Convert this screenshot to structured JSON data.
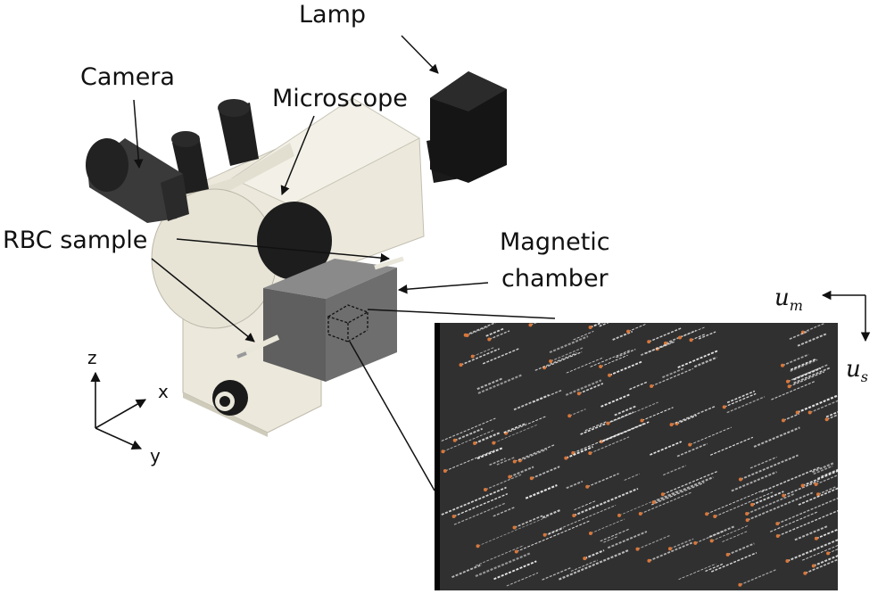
{
  "labels": {
    "lamp": "Lamp",
    "camera": "Camera",
    "microscope": "Microscope",
    "rbc_sample": "RBC sample",
    "magnetic_chamber_line1": "Magnetic",
    "magnetic_chamber_line2": "chamber"
  },
  "axes": {
    "z": "z",
    "x": "x",
    "y": "y"
  },
  "velocity_labels": {
    "um_symbol": "u",
    "um_sub": "m",
    "us_symbol": "u",
    "us_sub": "s"
  },
  "colors": {
    "housing": "#ece9dc",
    "housing_shadow": "#cfcbbb",
    "chamber": "#6e6e6e",
    "dark_part": "#1d1d1d",
    "inset_bg": "#303030",
    "track": "#e8e8e8",
    "cell_marker": "#d9773a"
  },
  "icons": {
    "camera": "camera-body",
    "lamp": "lamp-box",
    "eyepieces": "eyepiece-tubes",
    "focus_knob": "focus-knob"
  }
}
